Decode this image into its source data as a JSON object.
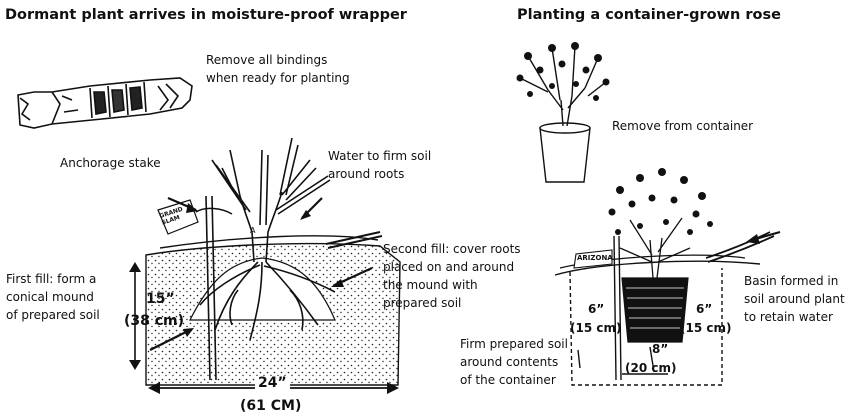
{
  "left": {
    "title": "Dormant plant arrives in moisture-proof wrapper",
    "remove_bindings": [
      "Remove all bindings",
      "when ready for planting"
    ],
    "anchorage_stake": "Anchorage stake",
    "water_firm": [
      "Water to firm soil",
      "around roots"
    ],
    "second_fill": [
      "Second fill: cover roots",
      "placed on and around",
      "the mound with",
      "prepared soil"
    ],
    "first_fill": [
      "First fill: form a",
      "conical mound",
      "of prepared soil"
    ],
    "depth": "15”",
    "depth_metric": "(38 cm)",
    "width": "24”",
    "width_metric": "(61 CM)",
    "stake_label": "GRAND SLAM",
    "trunk_label": "A"
  },
  "right": {
    "title": "Planting a container-grown rose",
    "remove_container": "Remove from container",
    "basin": [
      "Basin formed in",
      "soil around plant",
      "to retain water"
    ],
    "firm_soil": [
      "Firm prepared soil",
      "around contents",
      "of the container"
    ],
    "side_left": "6”",
    "side_left_metric": "(15 cm)",
    "side_right": "6”",
    "side_right_metric": "(15 cm)",
    "depth": "8”",
    "depth_metric": "(20 cm)",
    "stake_label": "ARIZONA"
  }
}
